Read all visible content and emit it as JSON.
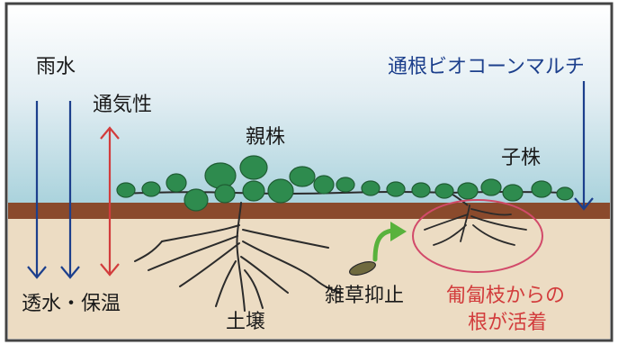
{
  "labels": {
    "rain": "雨水",
    "aeration": "通気性",
    "parent_plant": "親株",
    "child_plant": "子株",
    "mulch": "通根ビオコーンマルチ",
    "permeation": "透水・保温",
    "weed_control": "雑草抑止",
    "rooting_line1": "匍匐枝からの",
    "rooting_line2": "根が活着",
    "soil": "土壌"
  },
  "colors": {
    "sky_top": "#e3eef3",
    "sky_bottom": "#b7d8e0",
    "mulch_layer": "#8a4a2c",
    "soil": "#ecdcc3",
    "leaf": "#2e8b4e",
    "root": "#2b2b2b",
    "navy_arrow": "#1c3f8c",
    "red_arrow": "#d23c3c",
    "green_arrow": "#58b23c",
    "rooting_circle": "#d24a6a"
  }
}
